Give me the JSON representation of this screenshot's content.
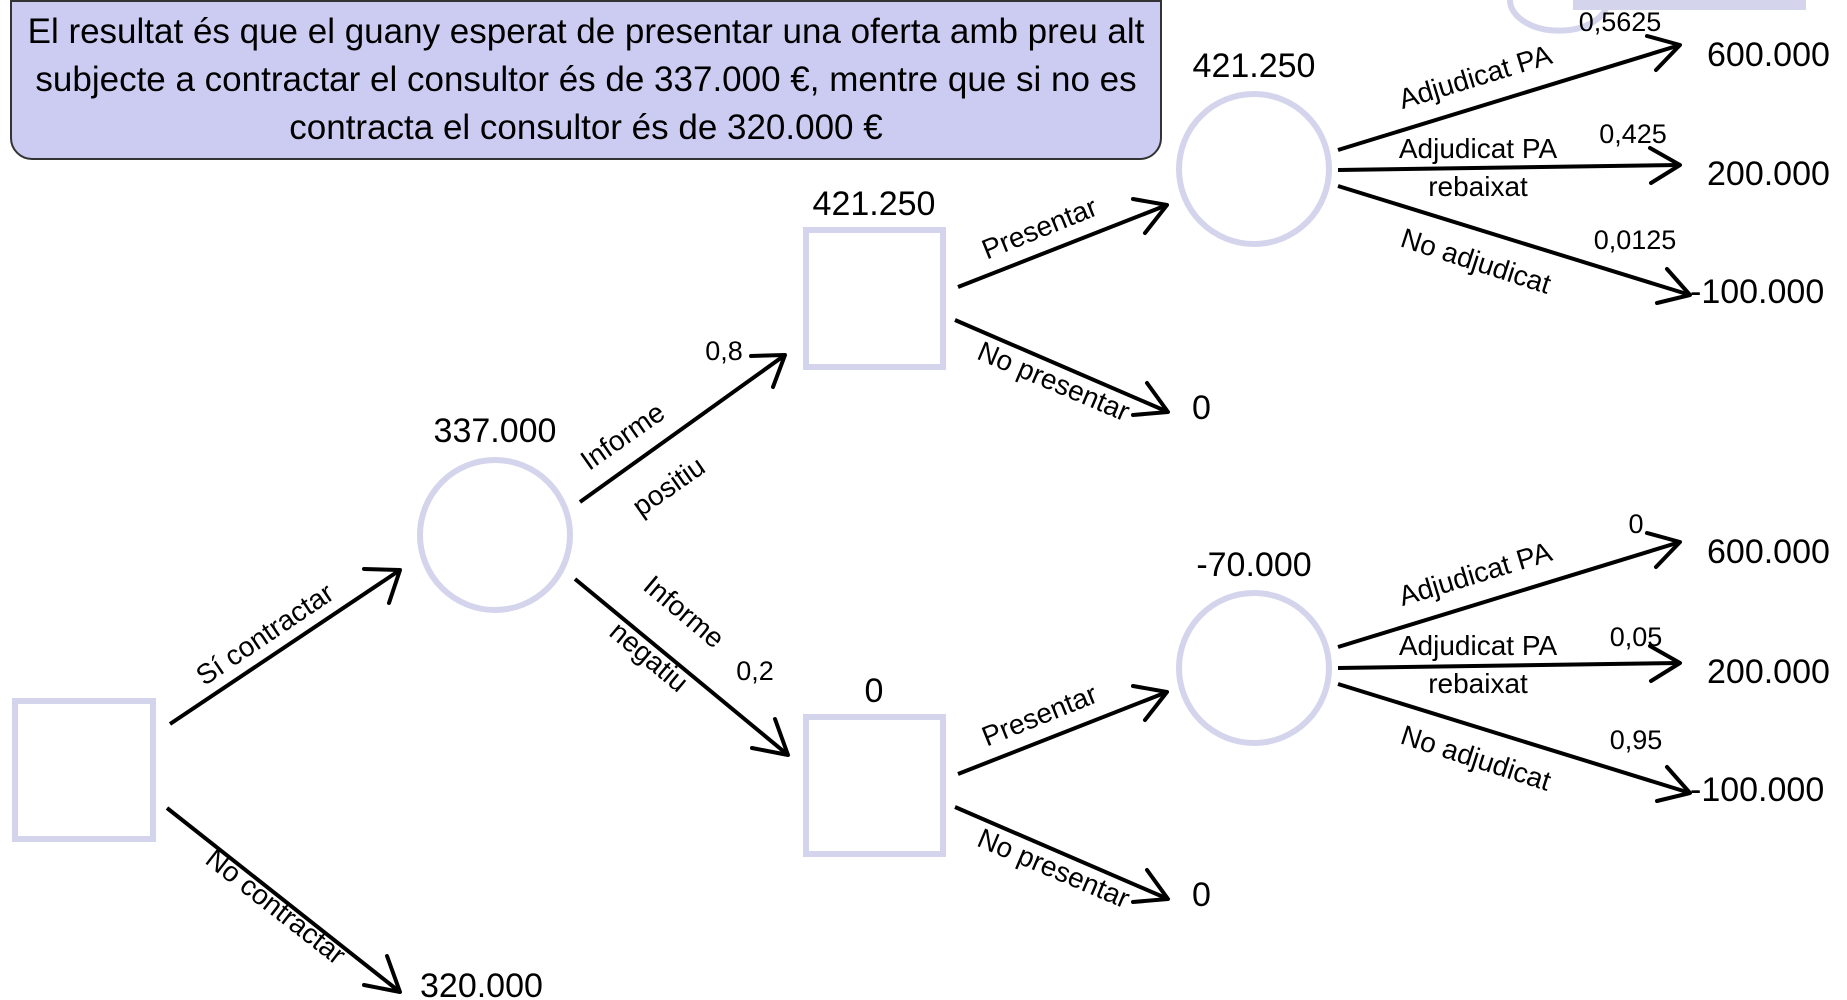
{
  "callout": {
    "text": "El resultat és que el guany esperat de presentar una oferta amb preu alt subjecte a contractar el consultor és de 337.000 €, mentre que si no es contracta el consultor és de 320.000 €"
  },
  "values": {
    "chance_consultor": "337.000",
    "decision_positiu": "421.250",
    "decision_negatiu": "0",
    "chance_positiu": "421.250",
    "chance_negatiu": "-70.000",
    "no_contractar": "320.000",
    "no_presentar_positiu": "0",
    "no_presentar_negatiu": "0",
    "pos_adjudicat": "600.000",
    "pos_rebaixat": "200.000",
    "pos_no_adjudicat": "-100.000",
    "neg_adjudicat": "600.000",
    "neg_rebaixat": "200.000",
    "neg_no_adjudicat": "-100.000"
  },
  "labels": {
    "si_contractar": "Sí contractar",
    "no_contractar": "No contractar",
    "informe_positiu_1": "Informe",
    "informe_positiu_2": "positiu",
    "informe_negatiu_1": "Informe",
    "informe_negatiu_2": "negatiu",
    "presentar": "Presentar",
    "no_presentar": "No presentar",
    "adjudicat_pa": "Adjudicat PA",
    "adjudicat_pa_rebaixat_1": "Adjudicat PA",
    "adjudicat_pa_rebaixat_2": "rebaixat",
    "no_adjudicat": "No adjudicat"
  },
  "probabilities": {
    "informe_positiu": "0,8",
    "informe_negatiu": "0,2",
    "pos_adjudicat": "0,5625",
    "pos_rebaixat": "0,425",
    "pos_no_adjudicat": "0,0125",
    "neg_adjudicat": "0",
    "neg_rebaixat": "0,05",
    "neg_no_adjudicat": "0,95"
  },
  "colors": {
    "callout_fill": "#ccccf2",
    "node_stroke": "#d4d4ec",
    "edge": "#000000"
  }
}
